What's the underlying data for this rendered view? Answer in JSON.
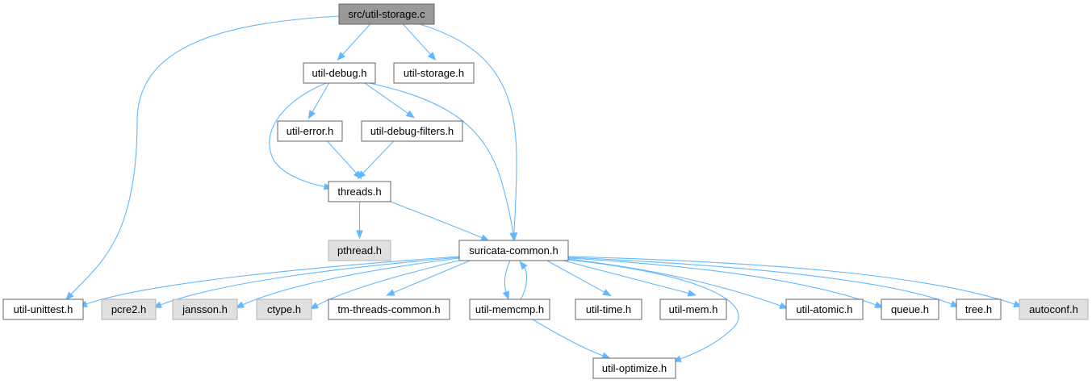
{
  "graph": {
    "nodes": [
      {
        "id": "util_storage_c",
        "label": "src/util-storage.c",
        "style": "focus"
      },
      {
        "id": "util_debug_h",
        "label": "util-debug.h",
        "style": "plain"
      },
      {
        "id": "util_storage_h",
        "label": "util-storage.h",
        "style": "plain"
      },
      {
        "id": "util_error_h",
        "label": "util-error.h",
        "style": "plain"
      },
      {
        "id": "util_debug_filters_h",
        "label": "util-debug-filters.h",
        "style": "plain"
      },
      {
        "id": "threads_h",
        "label": "threads.h",
        "style": "plain"
      },
      {
        "id": "pthread_h",
        "label": "pthread.h",
        "style": "missing"
      },
      {
        "id": "suricata_common_h",
        "label": "suricata-common.h",
        "style": "plain"
      },
      {
        "id": "util_unittest_h",
        "label": "util-unittest.h",
        "style": "plain"
      },
      {
        "id": "pcre2_h",
        "label": "pcre2.h",
        "style": "missing"
      },
      {
        "id": "jansson_h",
        "label": "jansson.h",
        "style": "missing"
      },
      {
        "id": "ctype_h",
        "label": "ctype.h",
        "style": "missing"
      },
      {
        "id": "tm_threads_common_h",
        "label": "tm-threads-common.h",
        "style": "plain"
      },
      {
        "id": "util_memcmp_h",
        "label": "util-memcmp.h",
        "style": "plain"
      },
      {
        "id": "util_time_h",
        "label": "util-time.h",
        "style": "plain"
      },
      {
        "id": "util_mem_h",
        "label": "util-mem.h",
        "style": "plain"
      },
      {
        "id": "util_atomic_h",
        "label": "util-atomic.h",
        "style": "plain"
      },
      {
        "id": "queue_h",
        "label": "queue.h",
        "style": "plain"
      },
      {
        "id": "tree_h",
        "label": "tree.h",
        "style": "plain"
      },
      {
        "id": "autoconf_h",
        "label": "autoconf.h",
        "style": "missing"
      },
      {
        "id": "util_optimize_h",
        "label": "util-optimize.h",
        "style": "plain"
      }
    ],
    "edges": [
      {
        "from": "util_storage_c",
        "to": "util_debug_h"
      },
      {
        "from": "util_storage_c",
        "to": "util_storage_h"
      },
      {
        "from": "util_storage_c",
        "to": "suricata_common_h"
      },
      {
        "from": "util_storage_c",
        "to": "util_unittest_h"
      },
      {
        "from": "util_debug_h",
        "to": "util_error_h"
      },
      {
        "from": "util_debug_h",
        "to": "util_debug_filters_h"
      },
      {
        "from": "util_debug_h",
        "to": "threads_h"
      },
      {
        "from": "util_debug_h",
        "to": "suricata_common_h"
      },
      {
        "from": "util_error_h",
        "to": "threads_h"
      },
      {
        "from": "util_debug_filters_h",
        "to": "threads_h"
      },
      {
        "from": "threads_h",
        "to": "pthread_h"
      },
      {
        "from": "threads_h",
        "to": "suricata_common_h"
      },
      {
        "from": "suricata_common_h",
        "to": "util_unittest_h"
      },
      {
        "from": "suricata_common_h",
        "to": "pcre2_h"
      },
      {
        "from": "suricata_common_h",
        "to": "jansson_h"
      },
      {
        "from": "suricata_common_h",
        "to": "ctype_h"
      },
      {
        "from": "suricata_common_h",
        "to": "tm_threads_common_h"
      },
      {
        "from": "suricata_common_h",
        "to": "util_memcmp_h"
      },
      {
        "from": "util_memcmp_h",
        "to": "suricata_common_h"
      },
      {
        "from": "suricata_common_h",
        "to": "util_time_h"
      },
      {
        "from": "suricata_common_h",
        "to": "util_mem_h"
      },
      {
        "from": "suricata_common_h",
        "to": "util_atomic_h"
      },
      {
        "from": "suricata_common_h",
        "to": "queue_h"
      },
      {
        "from": "suricata_common_h",
        "to": "tree_h"
      },
      {
        "from": "suricata_common_h",
        "to": "autoconf_h"
      },
      {
        "from": "suricata_common_h",
        "to": "util_optimize_h"
      },
      {
        "from": "util_memcmp_h",
        "to": "util_optimize_h"
      }
    ],
    "colors": {
      "edge": "#63b8ff",
      "node_border": "#666666",
      "node_fill": "#ffffff",
      "missing_fill": "#e0e0e0",
      "missing_border": "#b3b3b3",
      "focus_fill": "#999999"
    }
  }
}
